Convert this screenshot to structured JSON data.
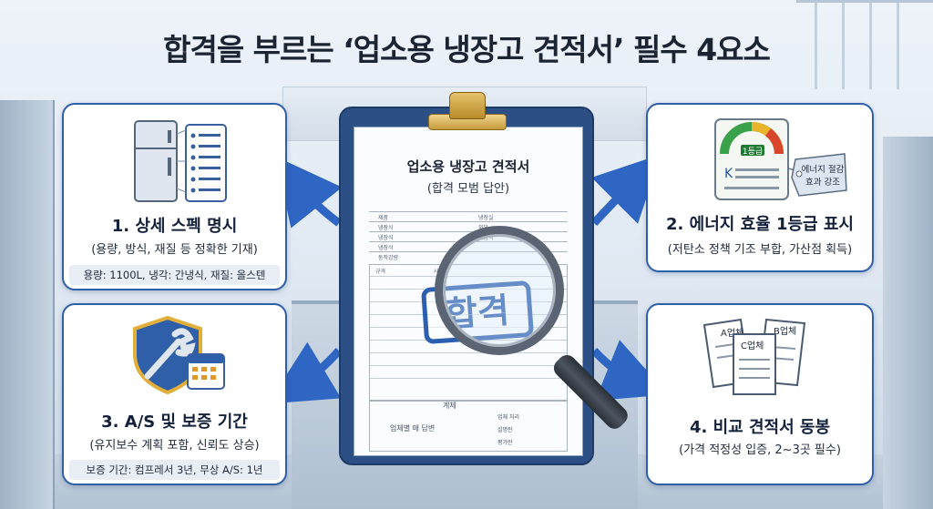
{
  "title": "합격을 부르는 ‘업소용 냉장고 견적서’ 필수 4요소",
  "center": {
    "doc_title": "업소용 냉장고 견적서",
    "doc_subtitle": "(합격 모범 답안)",
    "stamp": "합격",
    "form_left_labels": [
      "제품",
      "냉장식",
      "냉장식",
      "냉장식",
      "동작강량"
    ],
    "form_right_labels": [
      "냉장실",
      "외부",
      "용량식"
    ],
    "grid_headers": [
      "규격",
      "사작"
    ],
    "bottom_header": "계체",
    "bottom_left": "업체별 매 답변",
    "bottom_right": [
      "업체 처리",
      "설명란",
      "평가란"
    ]
  },
  "cards": [
    {
      "id": "card1",
      "heading": "1. 상세 스펙 명시",
      "subtitle": "(용량, 방식, 재질 등 정확한 기재)",
      "footer": "용량: 1100L, 냉각: 간냉식, 재질: 올스텐",
      "icon": "refrigerator-icon"
    },
    {
      "id": "card2",
      "heading": "2. 에너지 효율 1등급 표시",
      "subtitle": "(저탄소 정책 기조 부합, 가산점 획득)",
      "icon": "energy-label-icon",
      "label_text": "1등급",
      "tag_text": "에너지 절감\n효과 강조"
    },
    {
      "id": "card3",
      "heading": "3. A/S 및 보증 기간",
      "subtitle": "(유지보수 계획 포함, 신뢰도 상승)",
      "footer": "보증 기간: 컴프레서 3년, 무상 A/S: 1년",
      "icon": "shield-wrench-icon"
    },
    {
      "id": "card4",
      "heading": "4. 비교 견적서 동봉",
      "subtitle": "(가격 적정성 입증, 2~3곳 필수)",
      "icon": "documents-icon",
      "doc_labels": [
        "A업체",
        "B업체",
        "C업체"
      ]
    }
  ],
  "colors": {
    "accent": "#2f5fa8",
    "arrow": "#2f66c4",
    "title": "#1b2433",
    "stamp": "#2d5fb0"
  }
}
